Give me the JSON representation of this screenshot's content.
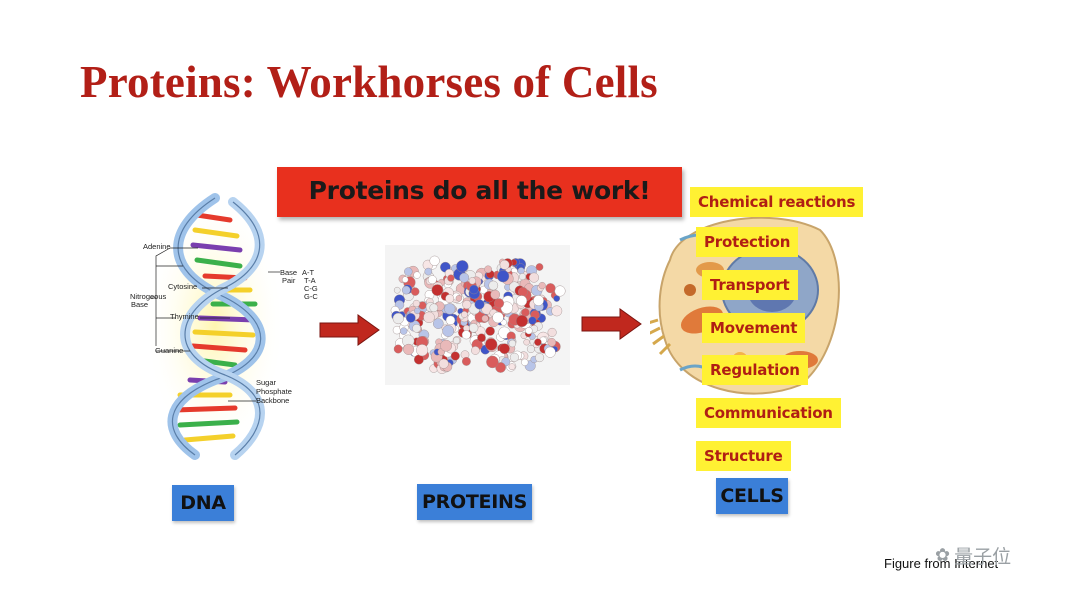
{
  "title": "Proteins: Workhorses of Cells",
  "banner": "Proteins do all the work!",
  "dna": {
    "label": "DNA",
    "annotations": {
      "adenine": "Adenine",
      "cytosine": "Cytosine",
      "nitrogenous": "Nitrogeous",
      "base": "Base",
      "thymine": "Thymine",
      "guanine": "Guanine",
      "base_pair": "Base",
      "base_pair2": "Pair",
      "pairs": [
        "A-T",
        "T-A",
        "C-G",
        "G-C"
      ],
      "sugar": "Sugar",
      "phosphate": "Phosphate",
      "backbone": "Backbone"
    }
  },
  "proteins": {
    "label": "PROTEINS"
  },
  "cells": {
    "label": "CELLS",
    "functions": [
      "Chemical reactions",
      "Protection",
      "Transport",
      "Movement",
      "Regulation",
      "Communication",
      "Structure"
    ]
  },
  "credit": "Figure from Internet",
  "watermark": "量子位",
  "colors": {
    "title": "#b21f17",
    "banner": "#e8301e",
    "label_bg": "#3b7fd8",
    "function_bg": "#fff133",
    "function_text": "#b01e14",
    "arrow": "#c0281e"
  }
}
